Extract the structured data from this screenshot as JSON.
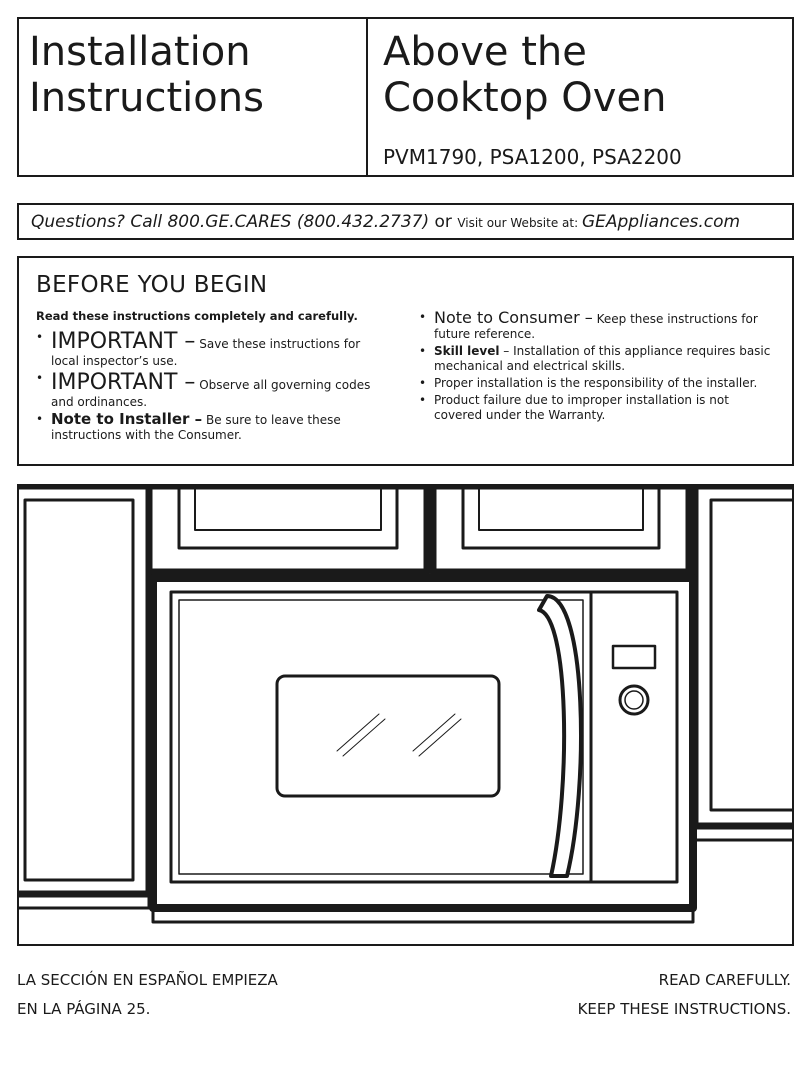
{
  "header": {
    "title_line1": "Installation",
    "title_line2": "Instructions",
    "product_line1": "Above the",
    "product_line2": "Cooktop Oven",
    "models": "PVM1790, PSA1200, PSA2200"
  },
  "contact": {
    "questions": "Questions? Call 800.GE.CARES (800.432.2737)",
    "or": " or ",
    "visit": "Visit our Website at: ",
    "website": "GEAppliances.com"
  },
  "before": {
    "title": "BEFORE YOU BEGIN",
    "intro": "Read these instructions completely and carefully.",
    "left_items": [
      {
        "lead": "IMPORTANT –",
        "text": " Save these instructions for local inspector’s use."
      },
      {
        "lead": "IMPORTANT –",
        "text": " Observe all governing codes and ordinances."
      },
      {
        "lead": "Note to Installer –",
        "text": " Be sure to leave these instructions with the Consumer."
      }
    ],
    "right_items": [
      {
        "lead": "Note to Consumer –",
        "text": " Keep these instructions for future reference."
      },
      {
        "lead": "Skill level",
        "text": " – Installation of this appliance requires basic mechanical and electrical skills."
      },
      {
        "lead": "",
        "text": "Proper installation is the responsibility of the installer."
      },
      {
        "lead": "",
        "text": "Product failure due to improper installation is not covered under the Warranty."
      }
    ],
    "bullet": "•"
  },
  "footer": {
    "spanish_line1": "LA SECCIÓN EN ESPAÑOL EMPIEZA",
    "spanish_line2": "EN LA PÁGINA 25.",
    "read_line1": "READ CAREFULLY.",
    "read_line2": "KEEP THESE INSTRUCTIONS."
  },
  "colors": {
    "ink": "#1a1a1a",
    "paper": "#ffffff"
  }
}
